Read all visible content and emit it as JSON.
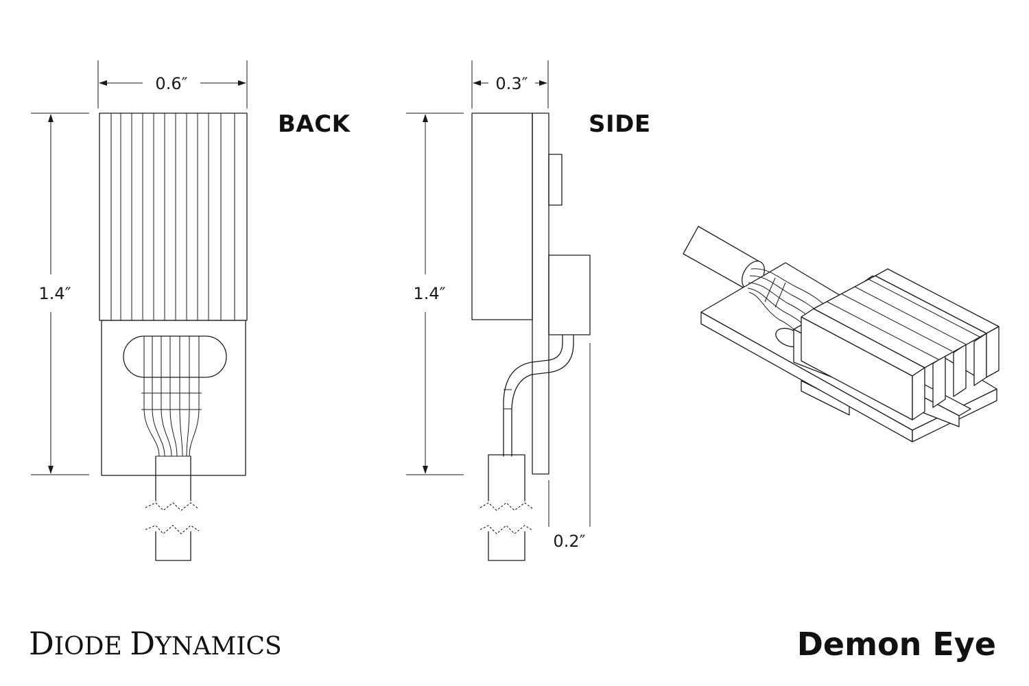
{
  "views": {
    "back_label": "BACK",
    "side_label": "SIDE"
  },
  "dimensions": {
    "back_width": "0.6″",
    "back_height": "1.4″",
    "side_width": "0.3″",
    "side_height": "1.4″",
    "side_offset": "0.2″"
  },
  "brand": {
    "initial_1": "D",
    "rest_1": "IODE",
    "initial_2": "D",
    "rest_2": "YNAMICS"
  },
  "product_name": "Demon Eye"
}
